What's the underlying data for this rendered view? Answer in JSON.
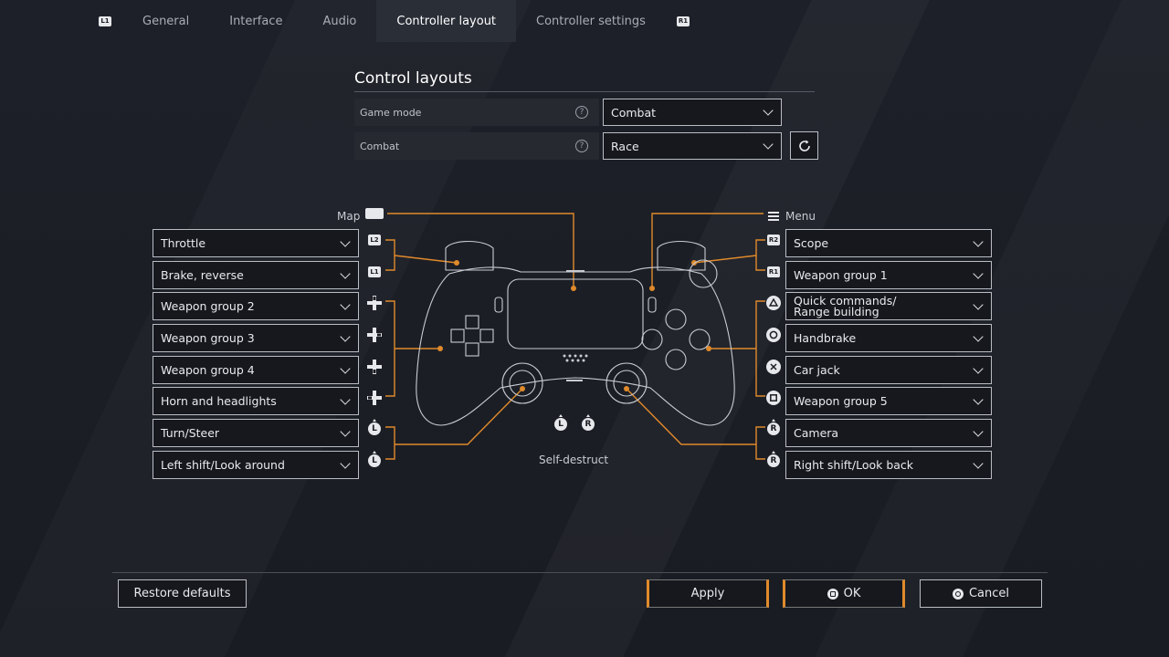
{
  "tabs": {
    "left_bumper": "L1",
    "right_bumper": "R1",
    "items": [
      {
        "label": "General"
      },
      {
        "label": "Interface"
      },
      {
        "label": "Audio"
      },
      {
        "label": "Controller layout",
        "active": true
      },
      {
        "label": "Controller settings"
      }
    ]
  },
  "control_layouts": {
    "title": "Control layouts",
    "rows": [
      {
        "label": "Game mode",
        "help": "?",
        "value": "Combat"
      },
      {
        "label": "Combat",
        "help": "?",
        "value": "Race"
      }
    ]
  },
  "controller": {
    "map_label": "Map",
    "menu_label": "Menu",
    "self_destruct_label": "Self-destruct",
    "self_destruct_icons": [
      "L",
      "R"
    ]
  },
  "left_bindings": [
    {
      "button_icon": "L2",
      "value": "Throttle"
    },
    {
      "button_icon": "L1",
      "value": "Brake, reverse"
    },
    {
      "button_icon": "dpad-up",
      "value": "Weapon group 2"
    },
    {
      "button_icon": "dpad-right",
      "value": "Weapon group 3"
    },
    {
      "button_icon": "dpad-down",
      "value": "Weapon group 4"
    },
    {
      "button_icon": "dpad-left",
      "value": "Horn and headlights"
    },
    {
      "button_icon": "L",
      "value": "Turn/Steer"
    },
    {
      "button_icon": "L",
      "value": "Left shift/Look around"
    }
  ],
  "right_bindings": [
    {
      "button_icon": "R2",
      "value": "Scope"
    },
    {
      "button_icon": "R1",
      "value": "Weapon group 1"
    },
    {
      "button_icon": "triangle",
      "value": "Quick commands/ Range building"
    },
    {
      "button_icon": "circle",
      "value": "Handbrake"
    },
    {
      "button_icon": "cross",
      "value": "Car jack"
    },
    {
      "button_icon": "square",
      "value": "Weapon group 5"
    },
    {
      "button_icon": "R",
      "value": "Camera"
    },
    {
      "button_icon": "R",
      "value": "Right shift/Look back"
    }
  ],
  "footer": {
    "restore_label": "Restore defaults",
    "apply_label": "Apply",
    "ok_label": "OK",
    "cancel_label": "Cancel"
  },
  "colors": {
    "accent": "#e08a2b",
    "background": "#1a1d24"
  }
}
